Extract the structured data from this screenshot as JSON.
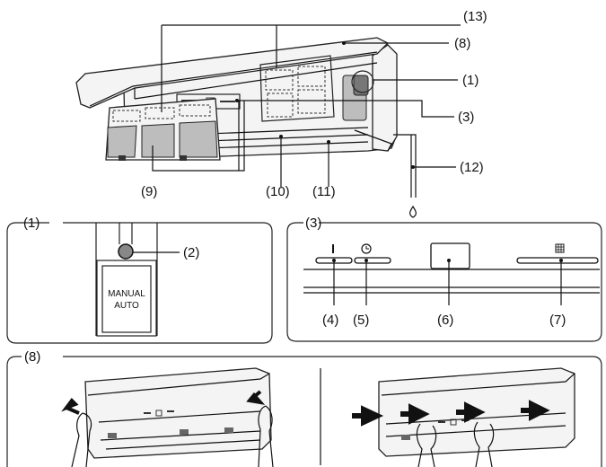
{
  "callouts": {
    "c1": "(1)",
    "c2": "(2)",
    "c3": "(3)",
    "c4": "(4)",
    "c5": "(5)",
    "c6": "(6)",
    "c7": "(7)",
    "c8": "(8)",
    "c9": "(9)",
    "c10": "(10)",
    "c11": "(11)",
    "c12": "(12)",
    "c13": "(13)"
  },
  "switch_label_line1": "MANUAL",
  "switch_label_line2": "AUTO",
  "icons": {
    "power": "power-mark-icon",
    "timer": "clock-icon",
    "filter": "grid-icon",
    "drain": "water-drop-icon",
    "arrow": "arrow-icon",
    "hand": "hand-icon"
  }
}
